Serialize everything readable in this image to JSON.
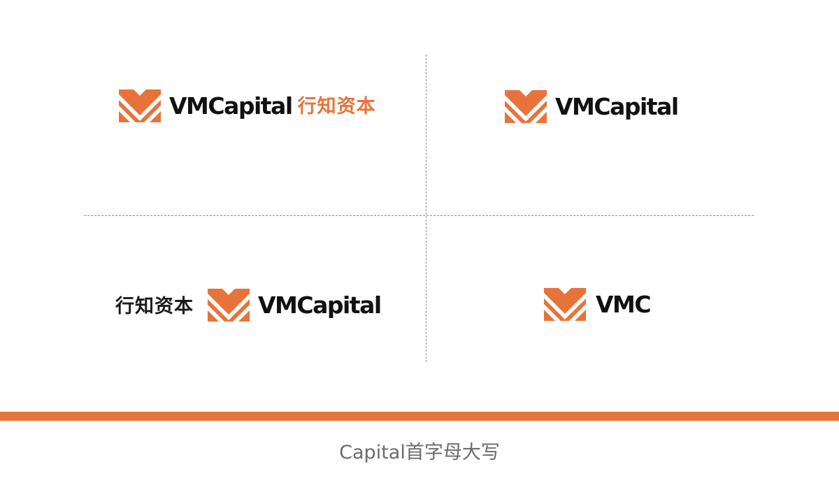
{
  "brand": {
    "wordmark": "VMCapital",
    "short_wordmark": "VMC",
    "chinese_name": "行知资本",
    "mark_icon": "vmc-chevron-logo-mark",
    "accent_color": "#e8733a",
    "text_color": "#111111"
  },
  "caption": "Capital首字母大写"
}
